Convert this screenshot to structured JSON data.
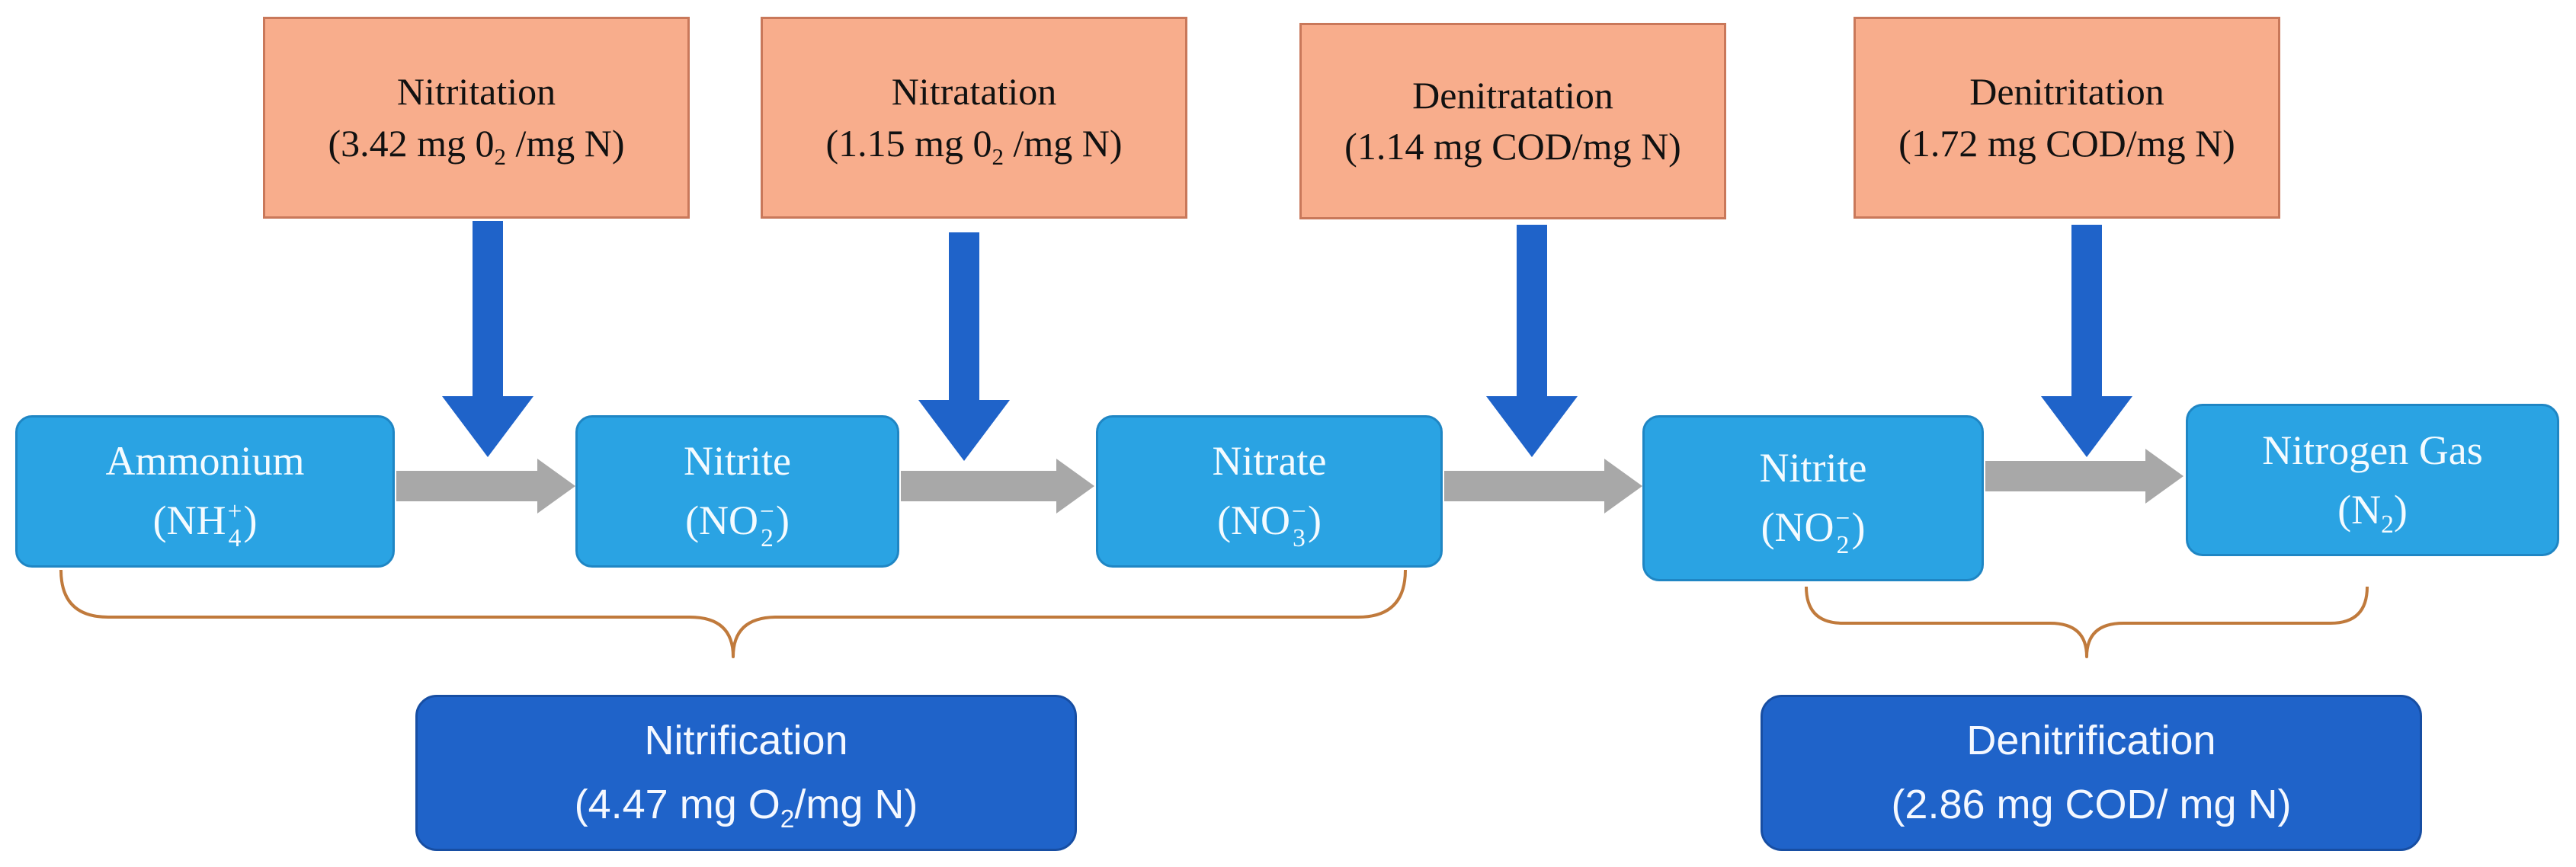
{
  "processes": [
    {
      "name": "Nitritation",
      "value": "(3.42 mg 0",
      "sub": "2",
      "rest": " /mg N)"
    },
    {
      "name": "Nitratation",
      "value": "(1.15 mg 0",
      "sub": "2",
      "rest": " /mg N)"
    },
    {
      "name": "Denitratation",
      "value": "(1.14 mg COD/mg N)"
    },
    {
      "name": "Denitritation",
      "value": "(1.72 mg COD/mg N)"
    }
  ],
  "compounds": [
    {
      "name": "Ammonium",
      "formula": {
        "open": "(NH",
        "sub": "4",
        "sup": "+",
        "close": ")"
      }
    },
    {
      "name": "Nitrite",
      "formula": {
        "open": "(NO",
        "sub": "2",
        "sup": "−",
        "close": ")"
      }
    },
    {
      "name": "Nitrate",
      "formula": {
        "open": "(NO",
        "sub": "3",
        "sup": "−",
        "close": ")"
      }
    },
    {
      "name": "Nitrite",
      "formula": {
        "open": "(NO",
        "sub": "2",
        "sup": "−",
        "close": ")"
      }
    },
    {
      "name": "Nitrogen Gas",
      "formula": {
        "open": "(N",
        "sub": "2",
        "close": ")"
      }
    }
  ],
  "summaries": {
    "nitrification": {
      "name": "Nitrification",
      "value": "(4.47 mg O",
      "sub": "2",
      "rest": "/mg N)"
    },
    "denitrification": {
      "name": "Denitrification",
      "value": "(2.86 mg COD/ mg N)"
    }
  },
  "colors": {
    "process_fill": "#f8ad8c",
    "compound_fill": "#2aa3e3",
    "summary_fill": "#1f63c9",
    "down_arrow": "#1f63c9",
    "flow_arrow": "#a8a8a8",
    "bracket": "#c07a3c"
  }
}
